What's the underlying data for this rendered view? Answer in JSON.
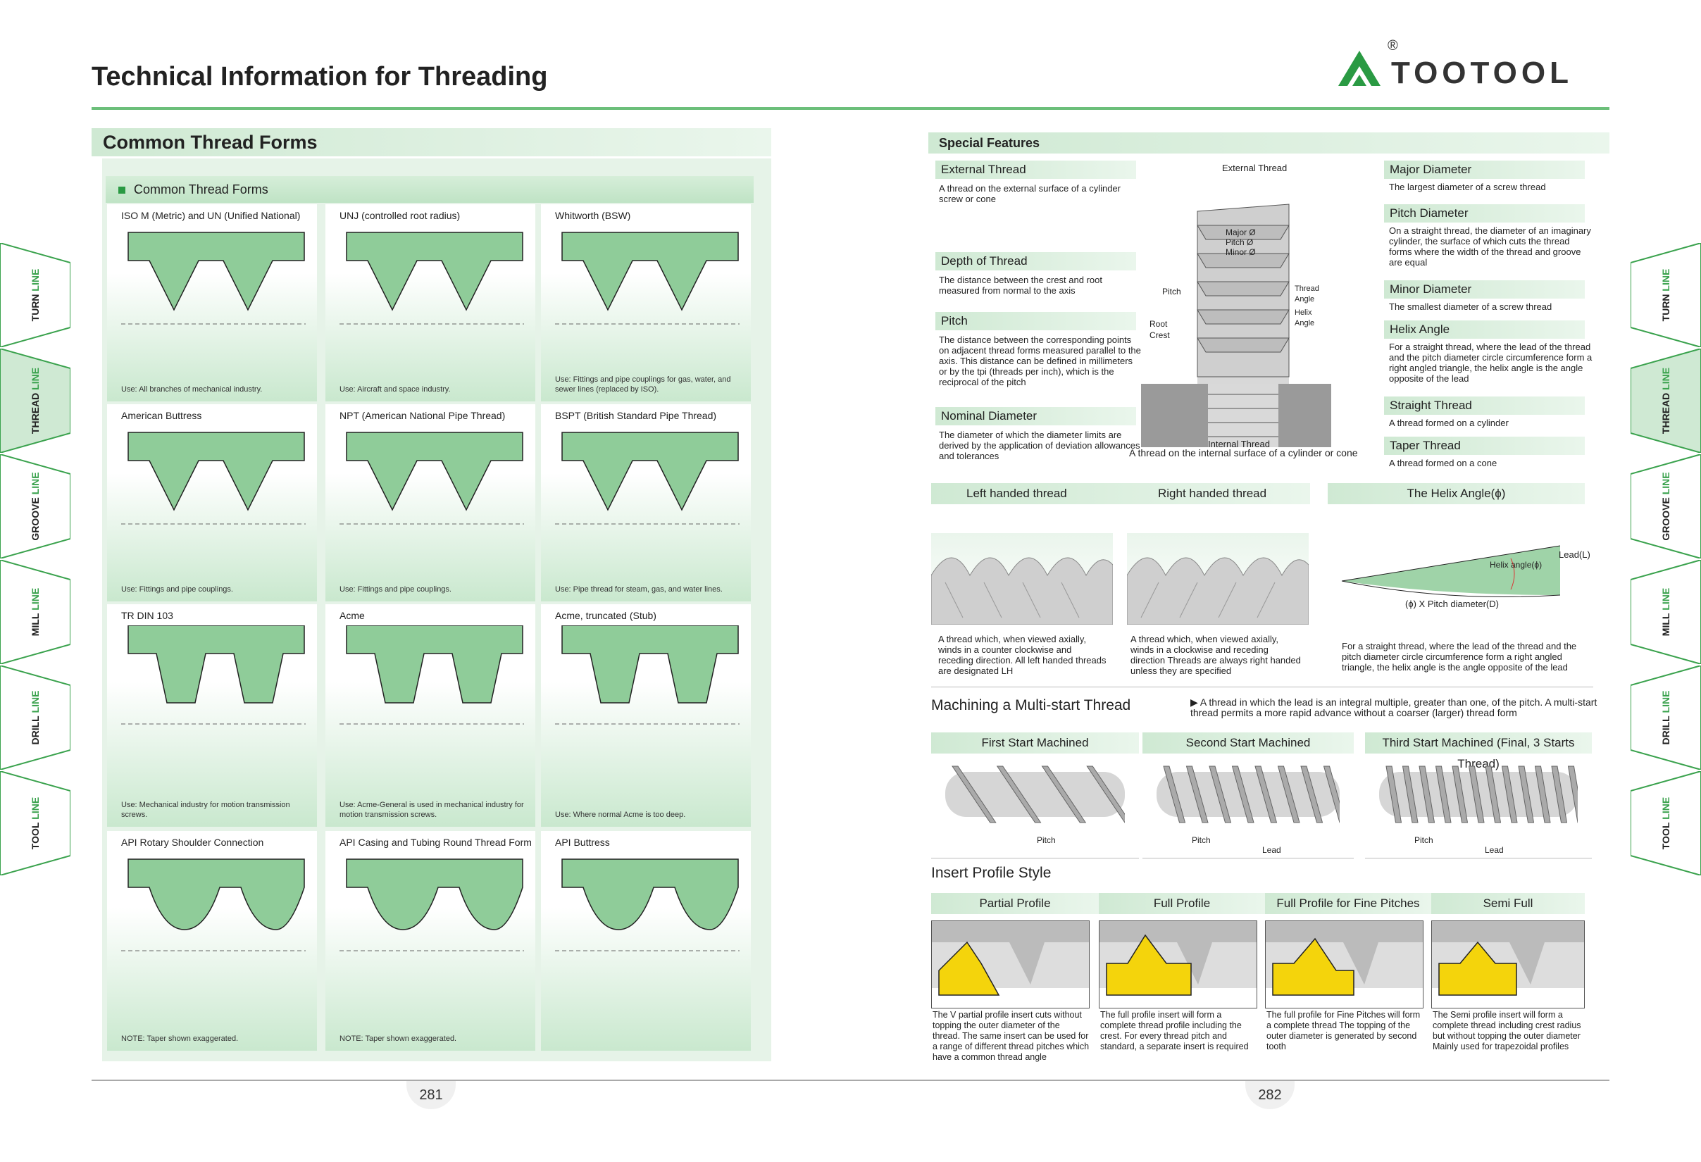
{
  "page": {
    "title": "Technical Information for Threading",
    "brand": "TOOTOOL",
    "brand_mark": "®",
    "page_left": "281",
    "page_right": "282",
    "accent": "#3aa24d"
  },
  "side_tabs": [
    {
      "a": "TURN",
      "b": " LINE"
    },
    {
      "a": "THREAD",
      "b": " LINE"
    },
    {
      "a": "GROOVE",
      "b": " LINE"
    },
    {
      "a": "MILL",
      "b": " LINE"
    },
    {
      "a": "DRILL",
      "b": " LINE"
    },
    {
      "a": "TOOL",
      "b": " LINE"
    }
  ],
  "left": {
    "heading": "Common Thread Forms",
    "inner_heading": "Common Thread Forms",
    "cells": [
      {
        "title": "ISO M (Metric) and UN (Unified National)",
        "use": "Use: All branches of mechanical industry."
      },
      {
        "title": "UNJ (controlled root radius)",
        "use": "Use: Aircraft and space industry."
      },
      {
        "title": "Whitworth (BSW)",
        "use": "Use: Fittings and pipe couplings for gas, water, and sewer lines (replaced by ISO)."
      },
      {
        "title": "American Buttress",
        "use": "Use: Fittings and pipe couplings."
      },
      {
        "title": "NPT (American National Pipe Thread)",
        "use": "Use: Fittings and pipe couplings."
      },
      {
        "title": "BSPT (British Standard Pipe Thread)",
        "use": "Use: Pipe thread for steam, gas, and water lines."
      },
      {
        "title": "TR DIN 103",
        "use": "Use: Mechanical industry for motion transmission screws."
      },
      {
        "title": "Acme",
        "use": "Use: Acme-General is used in mechanical industry for motion transmission screws."
      },
      {
        "title": "Acme, truncated (Stub)",
        "use": "Use: Where normal Acme is too deep."
      },
      {
        "title": "API Rotary Shoulder Connection",
        "use": "NOTE: Taper shown exaggerated."
      },
      {
        "title": "API Casing and Tubing Round Thread Form",
        "use": "NOTE: Taper shown exaggerated."
      },
      {
        "title": "API Buttress",
        "use": ""
      }
    ]
  },
  "right": {
    "heading": "Special Features",
    "left_defs": [
      {
        "h": "External Thread",
        "t": "A thread on the external surface of a cylinder screw or cone"
      },
      {
        "h": "Depth of Thread",
        "t": "The distance between the crest and root measured from normal to the axis"
      },
      {
        "h": "Pitch",
        "t": "The distance between the corresponding points on adjacent thread forms measured parallel to the axis. This distance can be defined in millimeters or by the tpi (threads per inch), which is the reciprocal of the pitch"
      },
      {
        "h": "Nominal Diameter",
        "t": "The diameter of which the diameter limits are derived by the application of deviation allowances and tolerances"
      }
    ],
    "right_defs": [
      {
        "h": "Major Diameter",
        "t": "The largest diameter of a screw thread"
      },
      {
        "h": "Pitch Diameter",
        "t": "On a straight thread, the diameter of an imaginary cylinder, the surface of which cuts the thread forms where the width of the thread and groove are equal"
      },
      {
        "h": "Minor Diameter",
        "t": "The smallest diameter of a screw thread"
      },
      {
        "h": "Helix Angle",
        "t": "For a straight thread, where the lead of the thread and the pitch diameter circle circumference form a right angled triangle, the helix angle is the angle opposite of the lead"
      },
      {
        "h": "Straight Thread",
        "t": "A thread formed on a cylinder"
      },
      {
        "h": "Taper Thread",
        "t": "A thread formed on a cone"
      }
    ],
    "diagram": {
      "external": "External Thread",
      "internal": "Internal Thread",
      "internal_desc": "A thread on the internal surface of a cylinder or cone",
      "major": "Major Ø",
      "pitch_d": "Pitch Ø",
      "minor": "Minor Ø",
      "pitch": "Pitch",
      "root": "Root",
      "crest": "Crest",
      "thread_angle": "Thread Angle",
      "helix_angle": "Helix Angle"
    },
    "hand": {
      "left_title": "Left handed thread",
      "right_title": "Right handed thread",
      "helix_title": "The Helix Angle(ϕ)",
      "left_desc": "A thread which, when viewed axially, winds in a counter clockwise and receding direction. All left handed threads are designated LH",
      "right_desc": "A thread which, when viewed axially, winds in a clockwise and receding direction Threads are always right handed unless they are specified",
      "helix_desc": "For a straight thread, where the lead of the thread and the pitch diameter circle circumference form a right angled triangle, the helix angle is the angle opposite of the lead",
      "lead": "Lead(L)",
      "helix_label": "Helix angle(ϕ)",
      "base": "(ϕ) X Pitch diameter(D)"
    },
    "multi": {
      "title": "Machining a Multi-start Thread",
      "desc": "▶ A thread in which the lead is an integral multiple, greater than one, of the pitch. A multi-start thread permits a more rapid advance without a coarser (larger) thread form",
      "steps": [
        "First Start Machined",
        "Second Start Machined",
        "Third Start Machined (Final, 3 Starts Thread)"
      ],
      "pitch": "Pitch",
      "lead": "Lead"
    },
    "insert": {
      "title": "Insert Profile Style",
      "profiles": [
        {
          "h": "Partial Profile",
          "t": "The V partial profile insert cuts without topping the outer diameter of the thread. The same insert can be used for a range of different thread pitches which have a common thread angle"
        },
        {
          "h": "Full Profile",
          "t": "The full profile insert will form a complete thread profile including the crest. For every thread pitch and standard, a separate insert is required"
        },
        {
          "h": "Full Profile for Fine Pitches",
          "t": "The full profile for Fine Pitches will form a complete thread The topping of the outer diameter is generated by second tooth"
        },
        {
          "h": "Semi Full",
          "t": "The Semi profile insert will form a complete thread including crest radius but without topping the outer diameter Mainly used for trapezoidal profiles"
        }
      ]
    }
  }
}
